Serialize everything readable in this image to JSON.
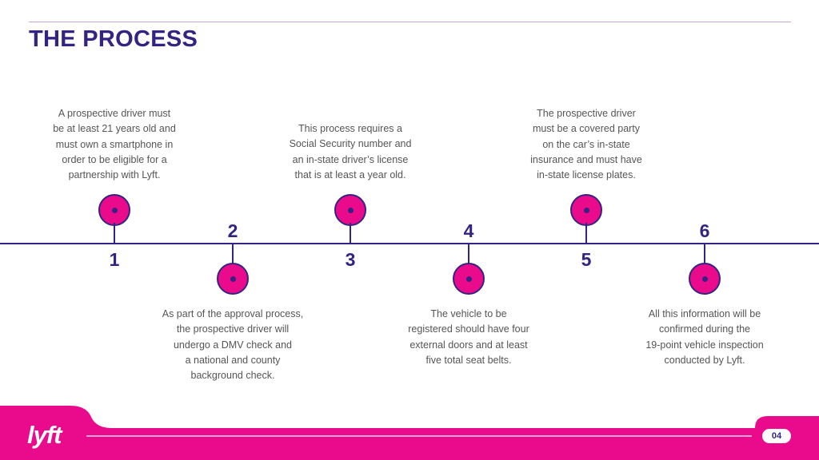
{
  "header": {
    "title": "THE PROCESS"
  },
  "colors": {
    "brand_purple": "#352384",
    "brand_pink": "#ea0b8c",
    "body_text": "#555555"
  },
  "steps": [
    {
      "number": "1",
      "position": "above",
      "lines": [
        "A prospective driver must",
        "be at least 21 years old and",
        "must own a smartphone in",
        "order to be eligible for a",
        "partnership with Lyft."
      ]
    },
    {
      "number": "2",
      "position": "below",
      "lines": [
        "As part of the approval process,",
        "the prospective driver will",
        "undergo a DMV check and",
        "a national and county",
        "background check."
      ]
    },
    {
      "number": "3",
      "position": "above",
      "lines": [
        "This process requires a",
        "Social Security number and",
        "an in-state driver’s license",
        "that is at least a year old."
      ]
    },
    {
      "number": "4",
      "position": "below",
      "lines": [
        "The vehicle to be",
        "registered should have four",
        "external doors and at least",
        "five total seat belts."
      ]
    },
    {
      "number": "5",
      "position": "above",
      "lines": [
        "The prospective driver",
        "must be a covered party",
        "on the car’s in-state",
        "insurance and must have",
        "in-state license plates."
      ]
    },
    {
      "number": "6",
      "position": "below",
      "lines": [
        "All this information will be",
        "confirmed during the",
        "19-point vehicle inspection",
        "conducted by Lyft."
      ]
    }
  ],
  "footer": {
    "logo_text": "lyft",
    "logo_icon": "lyft-logo-icon",
    "page_number": "04"
  }
}
